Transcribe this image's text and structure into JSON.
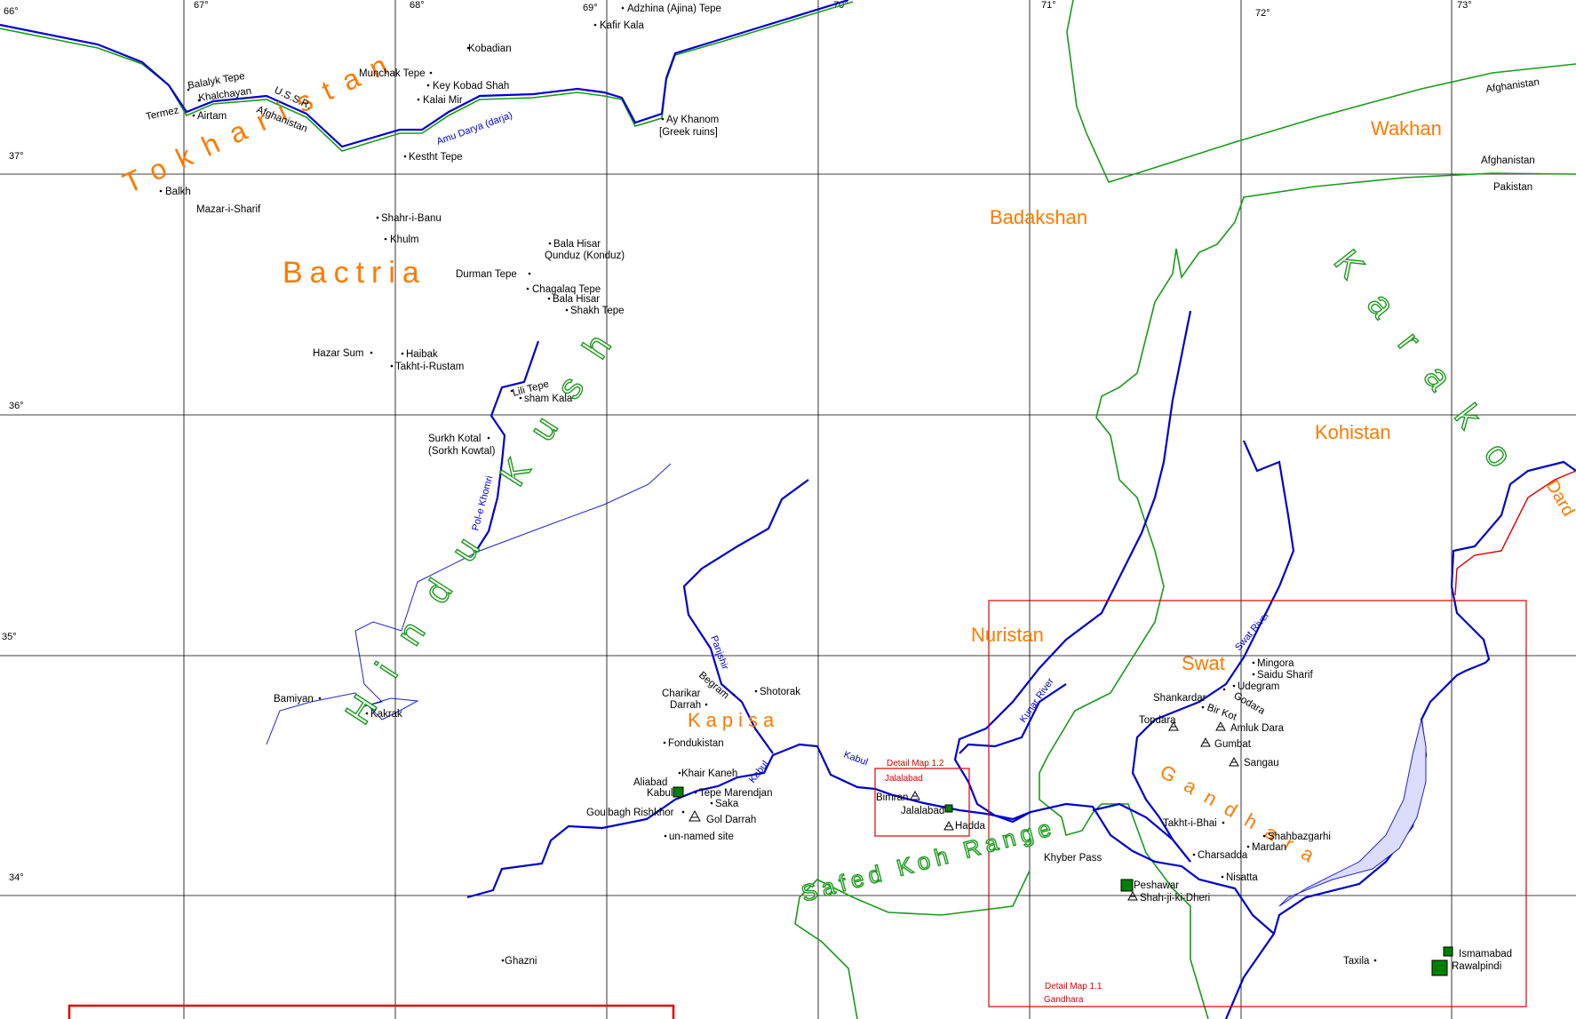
{
  "map": {
    "longitudes": [
      "66°",
      "67°",
      "68°",
      "69°",
      "70°",
      "71°",
      "72°",
      "73°"
    ],
    "latitudes": [
      "37°",
      "36°",
      "35°",
      "34°"
    ],
    "regions": {
      "tokharistan": "Tokharistan",
      "bactria": "Bactria",
      "badakshan": "Badakshan",
      "wakhan": "Wakhan",
      "kohistan": "Kohistan",
      "nuristan": "Nuristan",
      "swat": "Swat",
      "kapisa": "Kapisa",
      "gandhara": "Gandhara",
      "dard": "Dard"
    },
    "ranges": {
      "hindu_kush": "Hindu Kush",
      "karakoram": "Karako",
      "safed_koh": "Safed Koh Range"
    },
    "borders": {
      "ussr": "U.S.S.R.",
      "afghanistan_north": "Afghanistan",
      "afghanistan_ne": "Afghanistan",
      "afghanistan_e": "Afghanistan",
      "pakistan": "Pakistan"
    },
    "rivers": {
      "amu_darya": "Amu Darya (darja)",
      "pol_e_khomri": "Pol-e Khomri",
      "panjshir": "Panjshir",
      "kabul_1": "Kabul",
      "kabul_2": "Kabul",
      "kunar": "Kunar River",
      "swat": "Swat River"
    },
    "places": {
      "termez": "Termez",
      "balalyk": "Balalyk Tepe",
      "khalchayan": "Khalchayan",
      "airtam": "Airtam",
      "kobadian": "Kobadian",
      "munchak": "Munchak Tepe",
      "key_kobad": "Key Kobad Shah",
      "kalai_mir": "Kalai Mir",
      "kesht": "Kestht Tepe",
      "adzhina": "Adzhina (Ajina) Tepe",
      "kafir_kala": "Kafir Kala",
      "ay_khanom": "Ay Khanom",
      "ay_khanom_note": "[Greek ruins]",
      "balkh": "Balkh",
      "mazar": "Mazar-i-Sharif",
      "shahr_banu": "Shahr-i-Banu",
      "khulm": "Khulm",
      "bala_hisar_1": "Bala Hisar",
      "gunduz": "Qunduz (Konduz)",
      "durman": "Durman  Tepe",
      "chagalaq": "Chagalaq Tepe",
      "bala_hisar_2": "Bala Hisar",
      "shakh": "Shakh Tepe",
      "hazar_sum": "Hazar Sum",
      "haibak": "Haibak",
      "takht_rustam": "Takht-i-Rustam",
      "lili": "Lili Tepe",
      "sham_kala": "sham Kala",
      "surkh_kotal": "Surkh Kotal",
      "surkh_kotal_alt": "(Sorkh Kowtal)",
      "bamiyan": "Bamiyan",
      "kakrak": "Kakrak",
      "charikar": "Charikar",
      "darrah": "Darrah",
      "begram": "Begram",
      "shotorak": "Shotorak",
      "fondukistan": "Fondukistan",
      "khair_kaneh": "Khair Kaneh",
      "aliabad": "Aliabad",
      "kabul": "Kabul",
      "tepe_marendjan": "Tepe Marendjan",
      "saka": "Saka",
      "goulbagh": "Goulbagh Rishkhor",
      "gol_darrah": "Gol Darrah",
      "unnamed": "un-named site",
      "ghazni": "Ghazni",
      "bimran": "Bimran",
      "jalalabad": "Jalalabad",
      "hadda": "Hadda",
      "khyber": "Khyber Pass",
      "peshawar": "Peshawar",
      "shah_ji": "Shah-ji-ki-Dheri",
      "mingora": "Mingora",
      "saidu": "Saidu Sharif",
      "udegram": "Udegram",
      "shankardar": "Shankardar",
      "godara": "Godara",
      "bir_kot": "Bir Kot",
      "topdara": "Topdara",
      "amluk": "Amluk Dara",
      "gumbat": "Gumbat",
      "sangau": "Sangau",
      "takht_bhai": "Takht-i-Bhai",
      "shahbazgarhi": "Shahbazgarhi",
      "mardan": "Mardan",
      "charsadda": "Charsadda",
      "nisatta": "Nisatta",
      "taxila": "Taxila",
      "islamabad": "Ismamabad",
      "rawalpindi": "Rawalpindi"
    },
    "detail_maps": {
      "d12_label": "Detail Map 1.2",
      "d12_name": "Jalalabad",
      "d11_label": "Detail Map 1.1",
      "d11_name": "Gandhara"
    },
    "colors": {
      "region": "#ff7a00",
      "range": "#1a9a1a",
      "river": "#0000cc",
      "detail_box": "#e00000",
      "site_marker": "#008000"
    }
  }
}
